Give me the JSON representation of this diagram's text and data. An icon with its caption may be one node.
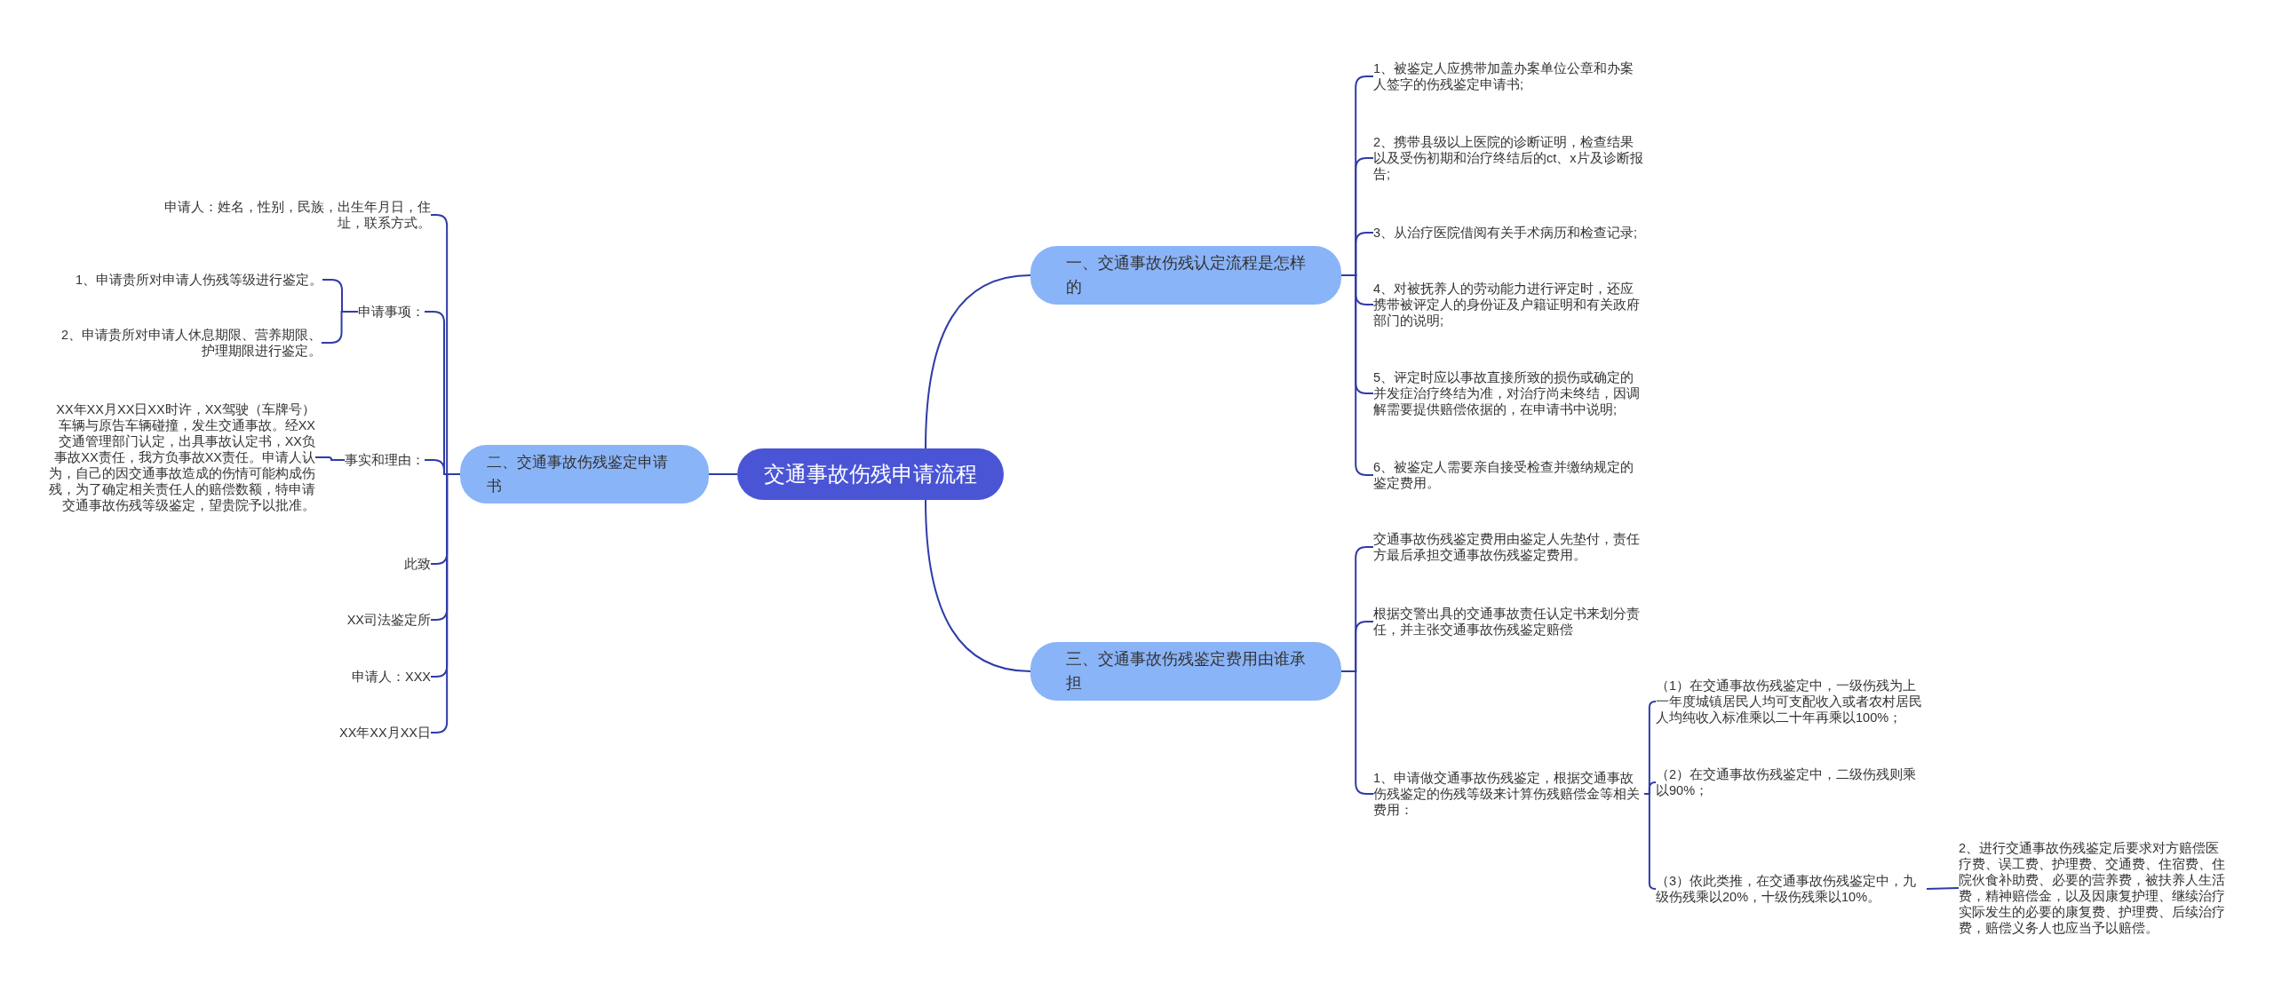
{
  "diagram": {
    "nodes": [
      {
        "text": [
          "交通事故伤残申请流程"
        ]
      },
      {
        "text": [
          "一、交通事故伤残认定流程是怎样的"
        ]
      },
      {
        "text": [
          "二、交通事故伤残鉴定申请书"
        ]
      },
      {
        "text": [
          "三、交通事故伤残鉴定费用由谁承担"
        ]
      },
      {
        "text": [
          "1、被鉴定人应携带加盖办案单位公章和办案人签字的伤残鉴定申请书;"
        ]
      },
      {
        "text": [
          "2、携带县级以上医院的诊断证明，检查结果以及受伤初期和治疗终结后的ct、x片及诊断报告;"
        ]
      },
      {
        "text": [
          "3、从治疗医院借阅有关手术病历和检查记录;"
        ]
      },
      {
        "text": [
          "4、对被抚养人的劳动能力进行评定时，还应携带被评定人的身份证及户籍证明和有关政府部门的说明;"
        ]
      },
      {
        "text": [
          "5、评定时应以事故直接所致的损伤或确定的并发症治疗终结为准，对治疗尚未终结，因调解需要提供赔偿依据的，在申请书中说明;"
        ]
      },
      {
        "text": [
          "6、被鉴定人需要亲自接受检查并缴纳规定的鉴定费用。"
        ]
      },
      {
        "text": [
          "交通事故伤残鉴定费用由鉴定人先垫付，责任方最后承担交通事故伤残鉴定费用。"
        ]
      },
      {
        "text": [
          "根据交警出具的交通事故责任认定书来划分责任，并主张交通事故伤残鉴定赔偿"
        ]
      },
      {
        "text": [
          "1、申请做交通事故伤残鉴定，根据交通事故伤残鉴定的伤残等级来计算伤残赔偿金等相关费用："
        ]
      },
      {
        "text": [
          "（1）在交通事故伤残鉴定中，一级伤残为上一年度城镇居民人均可支配收入或者农村居民人均纯收入标准乘以二十年再乘以100%；"
        ]
      },
      {
        "text": [
          "（2）在交通事故伤残鉴定中，二级伤残则乘以90%；"
        ]
      },
      {
        "text": [
          "（3）依此类推，在交通事故伤残鉴定中，九级伤残乘以20%，十级伤残乘以10%。"
        ]
      },
      {
        "text": [
          "2、进行交通事故伤残鉴定后要求对方赔偿医疗费、误工费、护理费、交通费、住宿费、住院伙食补助费、必要的营养费，被扶养人生活费，精神赔偿金，以及因康复护理、继续治疗实际发生的必要的康复费、护理费、后续治疗费，赔偿义务人也应当予以赔偿。"
        ]
      },
      {
        "text": [
          "申请人：姓名，性别，民族，出生年月日，住址，联系方式。"
        ]
      },
      {
        "text": [
          "申请事项："
        ]
      },
      {
        "text": [
          "1、申请贵所对申请人伤残等级进行鉴定。"
        ]
      },
      {
        "text": [
          "2、申请贵所对申请人休息期限、营养期限、护理期限进行鉴定。"
        ]
      },
      {
        "text": [
          "事实和理由："
        ]
      },
      {
        "text": [
          "XX年XX月XX日XX时许，XX驾驶（车牌号）车辆与原告车辆碰撞，发生交通事故。经XX交通管理部门认定，出具事故认定书，XX负事故XX责任，我方负事故XX责任。申请人认为，自己的因交通事故造成的伤情可能构成伤残，为了确定相关责任人的赔偿数额，特申请交通事故伤残等级鉴定，望贵院予以批准。"
        ]
      },
      {
        "text": [
          "此致"
        ]
      },
      {
        "text": [
          "XX司法鉴定所"
        ]
      },
      {
        "text": [
          "申请人：XXX"
        ]
      },
      {
        "text": [
          "XX年XX月XX日"
        ]
      }
    ],
    "edges": [
      {
        "from": 0,
        "to": 1,
        "arrow": "none"
      },
      {
        "from": 0,
        "to": 2,
        "arrow": "none"
      },
      {
        "from": 0,
        "to": 3,
        "arrow": "none"
      },
      {
        "from": 1,
        "to": 4,
        "arrow": "none"
      },
      {
        "from": 1,
        "to": 5,
        "arrow": "none"
      },
      {
        "from": 1,
        "to": 6,
        "arrow": "none"
      },
      {
        "from": 1,
        "to": 7,
        "arrow": "none"
      },
      {
        "from": 1,
        "to": 8,
        "arrow": "none"
      },
      {
        "from": 1,
        "to": 9,
        "arrow": "none"
      },
      {
        "from": 3,
        "to": 10,
        "arrow": "none"
      },
      {
        "from": 3,
        "to": 11,
        "arrow": "none"
      },
      {
        "from": 3,
        "to": 12,
        "arrow": "none"
      },
      {
        "from": 12,
        "to": 13,
        "arrow": "none"
      },
      {
        "from": 12,
        "to": 14,
        "arrow": "none"
      },
      {
        "from": 12,
        "to": 15,
        "arrow": "none"
      },
      {
        "from": 15,
        "to": 16,
        "arrow": "none"
      },
      {
        "from": 2,
        "to": 17,
        "arrow": "none"
      },
      {
        "from": 2,
        "to": 18,
        "arrow": "none"
      },
      {
        "from": 2,
        "to": 21,
        "arrow": "none"
      },
      {
        "from": 2,
        "to": 23,
        "arrow": "none"
      },
      {
        "from": 2,
        "to": 24,
        "arrow": "none"
      },
      {
        "from": 2,
        "to": 25,
        "arrow": "none"
      },
      {
        "from": 2,
        "to": 26,
        "arrow": "none"
      },
      {
        "from": 18,
        "to": 19,
        "arrow": "none"
      },
      {
        "from": 18,
        "to": 20,
        "arrow": "none"
      },
      {
        "from": 21,
        "to": 22,
        "arrow": "none"
      }
    ]
  }
}
